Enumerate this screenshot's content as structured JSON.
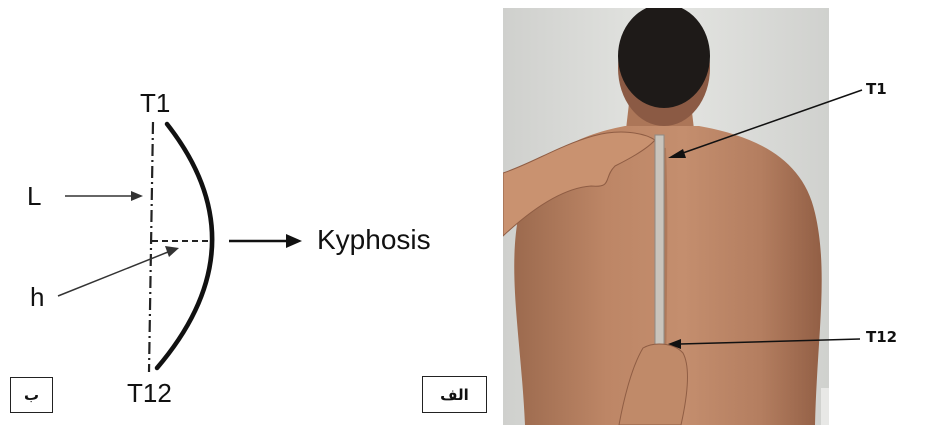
{
  "diagram": {
    "label_top": "T1",
    "label_bottom": "T12",
    "label_length": "L",
    "label_height": "h",
    "label_result": "Kyphosis",
    "panel_tag": "ب"
  },
  "photo": {
    "label_upper": "T1",
    "label_lower": "T12",
    "panel_tag": "الف"
  },
  "colors": {
    "ink": "#111111",
    "wall": "#d9dad7",
    "skin": "#b98262",
    "hair": "#1e1a18",
    "ruler": "#c9c4bc"
  }
}
